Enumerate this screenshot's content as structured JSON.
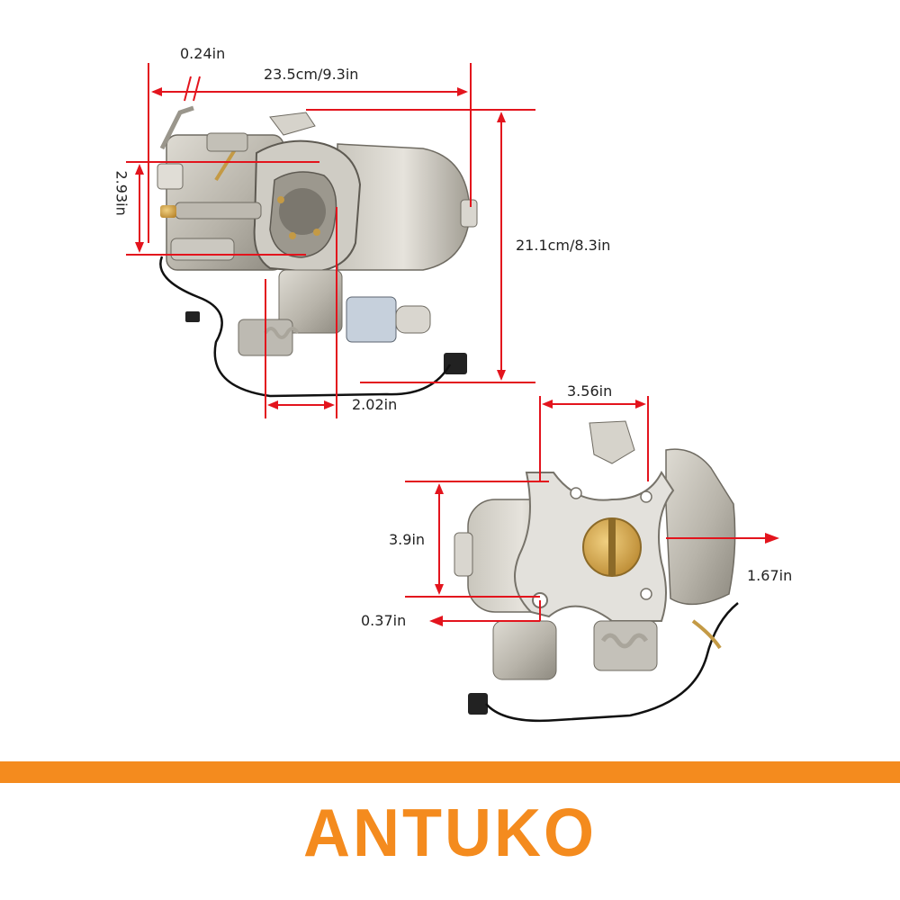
{
  "colors": {
    "dimension_line": "#e3141d",
    "brand_band": "#f48b1e",
    "brand_text": "#f48b1e",
    "part_metal": "#b9b6ad",
    "gasket_brass": "#d4a64a"
  },
  "top_view": {
    "dims": {
      "linkage_rod": "0.24in",
      "overall_width": "23.5cm/9.3in",
      "overall_height": "21.1cm/8.3in",
      "flange_hole_spacing": "2.93in",
      "bore_offset": "2.02in"
    }
  },
  "bottom_view": {
    "dims": {
      "flange_width": "3.56in",
      "flange_height": "3.9in",
      "throttle_bore": "1.67in",
      "mount_hole": "0.37in"
    }
  },
  "brand": {
    "name": "ANTUKO"
  }
}
